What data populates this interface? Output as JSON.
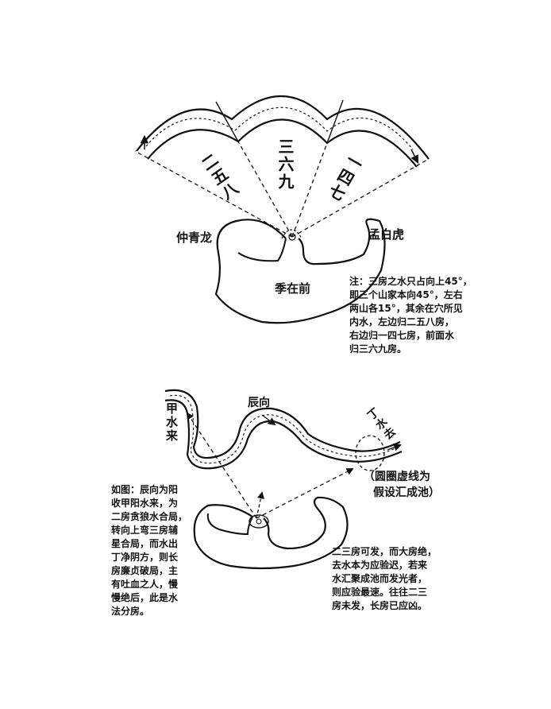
{
  "top": {
    "sectors": {
      "left": "二五八",
      "center": "三六九",
      "right": "一四七"
    },
    "labels": {
      "left": "仲青龙",
      "right": "孟白虎",
      "bottom": "季在前"
    },
    "note": [
      "注：三房之水只占向上45°，",
      "即三个山家本向45°，左右",
      "两山各15°，其余在穴所见",
      "内水，左边归二五八房，",
      "右边归一四七房，前面水",
      "归三六九房。"
    ]
  },
  "bottom": {
    "labels": {
      "jia": "甲水来",
      "chen": "辰向",
      "ding": "丁水去",
      "pool": [
        "（圆圈虚线为",
        "假设汇成池）"
      ]
    },
    "note_left": [
      "如图：辰向为阳",
      "收甲阳水来，为",
      "二房贪狼水合局，",
      "转向上弯三房辅",
      "星合局，而水出",
      "丁净阴方，则长",
      "房廉贞破局，主",
      "有吐血之人，慢",
      "慢绝后，此是水",
      "法分房。"
    ],
    "note_right": [
      "二三房可发，而大房绝，",
      "去水本为应验迟，若来",
      "水汇聚成池而发光者，",
      "则应验最速。往往二三",
      "房未发，长房已应凶。"
    ]
  }
}
